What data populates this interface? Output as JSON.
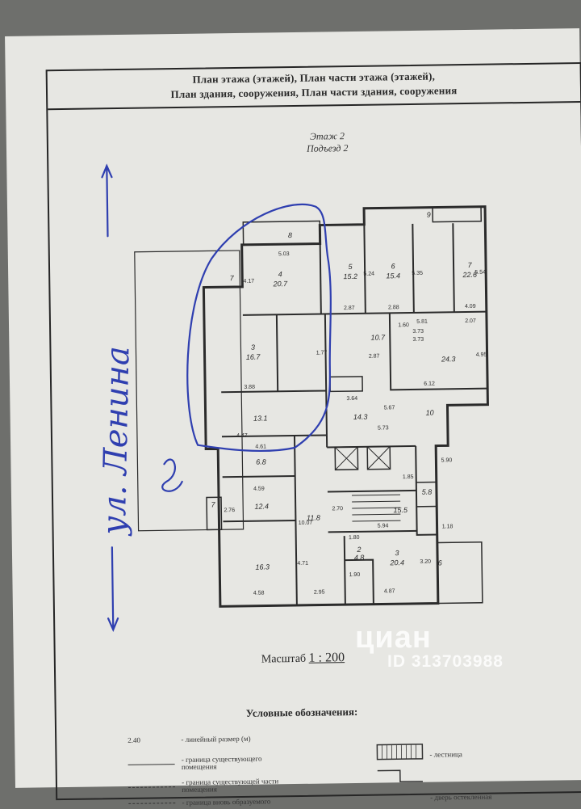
{
  "header": {
    "line1": "План этажа (этажей), План части этажа (этажей),",
    "line2": "План здания, сооружения, План части здания, сооружения"
  },
  "floor": {
    "label": "Этаж 2",
    "entrance": "Подъезд 2"
  },
  "handwritten_street": "ул. Ленина",
  "rooms": [
    {
      "n": "4",
      "area": "20.7"
    },
    {
      "n": "5",
      "area": "15.2"
    },
    {
      "n": "6",
      "area": "15.4"
    },
    {
      "n": "7",
      "area": "22.6"
    },
    {
      "n": "9",
      "area": ""
    },
    {
      "n": "8",
      "area": ""
    },
    {
      "n": "7",
      "area": ""
    },
    {
      "n": "3",
      "area": "16.7"
    },
    {
      "n": "",
      "area": "10.7"
    },
    {
      "n": "",
      "area": "24.3"
    },
    {
      "n": "",
      "area": "13.1"
    },
    {
      "n": "",
      "area": "14.3"
    },
    {
      "n": "",
      "area": "6.8"
    },
    {
      "n": "",
      "area": "12.4"
    },
    {
      "n": "",
      "area": "16.3"
    },
    {
      "n": "3",
      "area": "20.4"
    },
    {
      "n": "2",
      "area": "4.8"
    },
    {
      "n": "",
      "area": "15.5"
    },
    {
      "n": "",
      "area": "5.8"
    },
    {
      "n": "",
      "area": "11.8"
    },
    {
      "n": "10",
      "area": ""
    },
    {
      "n": "6",
      "area": ""
    },
    {
      "n": "7",
      "area": ""
    }
  ],
  "dimensions": [
    "5.03",
    "4.17",
    "5.24",
    "5.35",
    "5.54",
    "2.87",
    "2.88",
    "4.09",
    "5.81",
    "2.07",
    "3.73",
    "3.73",
    "4.95",
    "6.12",
    "3.88",
    "3.64",
    "5.67",
    "5.73",
    "4.47",
    "4.61",
    "4.59",
    "2.76",
    "10.07",
    "2.70",
    "5.94",
    "1.85",
    "5.90",
    "1.18",
    "1.80",
    "1.90",
    "2.95",
    "4.58",
    "4.87",
    "3.20",
    "4.71",
    "1.60",
    "1.77",
    "2.87"
  ],
  "scale": {
    "label": "Масштаб",
    "value": "1 : 200"
  },
  "legend": {
    "title": "Условные обозначения:",
    "items": [
      {
        "mark": "2.40",
        "text": "- линейный размер (м)"
      },
      {
        "mark": "",
        "text": "- граница существующего помещения"
      },
      {
        "mark": "",
        "text": "- граница существующей части помещения"
      },
      {
        "mark": "",
        "text": "- граница вновь образуемого"
      }
    ],
    "right_items": [
      {
        "text": "- лестница"
      },
      {
        "text": "- дверь остекленная"
      }
    ]
  },
  "watermark": {
    "logo": "циан",
    "id": "ID 313703988"
  }
}
